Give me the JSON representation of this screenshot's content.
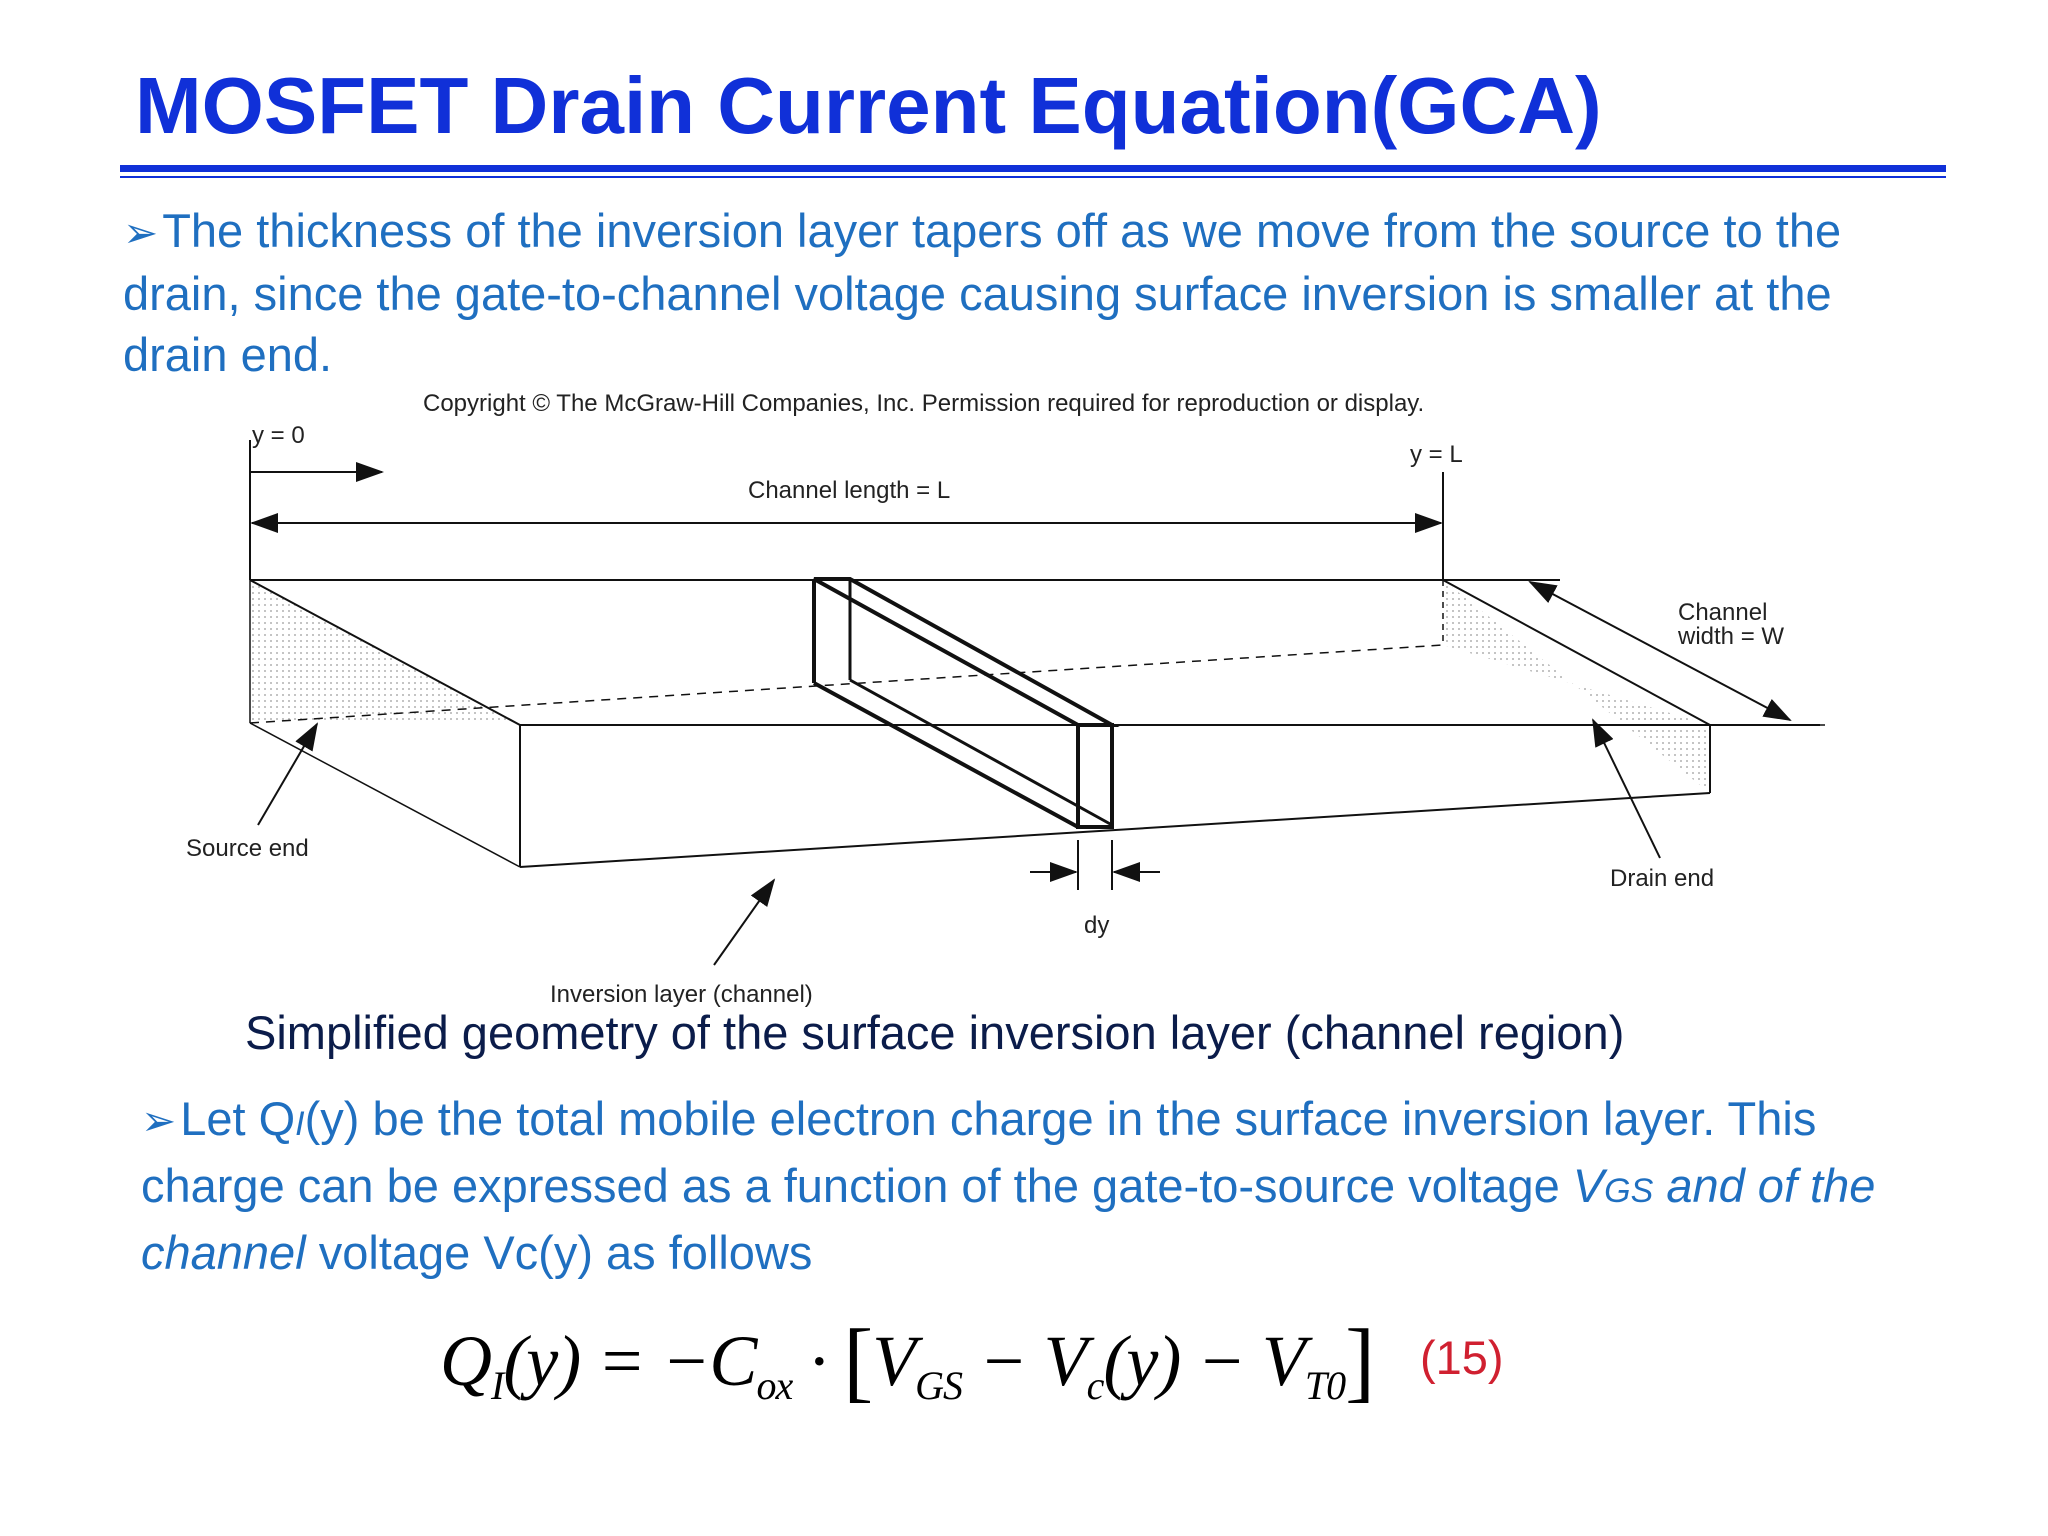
{
  "slide": {
    "title": "MOSFET Drain Current Equation(GCA)",
    "bullet_symbol": "➢",
    "para1": "The thickness of the inversion layer tapers off as we move from the source to the drain, since the gate-to-channel voltage causing surface inversion is smaller at the drain end.",
    "caption": "Simplified geometry of the surface inversion layer (channel region)",
    "para2": {
      "part1": "Let Q",
      "sub1": "I",
      "part2": "(y) be the total mobile electron charge in the surface inversion layer. This charge can be expressed as a function of the gate-to-source voltage ",
      "italic1": "V",
      "sub2": "GS",
      "italic2": " and of the channel",
      "part3": " voltage Vc(y) as follows"
    },
    "equation_number": "(15)"
  },
  "figure": {
    "copyright": "Copyright © The McGraw-Hill Companies, Inc. Permission required for reproduction or display.",
    "y0": "y = 0",
    "yL": "y = L",
    "channel_length": "Channel length = L",
    "channel_width_1": "Channel",
    "channel_width_2": "width = W",
    "source_end": "Source end",
    "drain_end": "Drain end",
    "dy": "dy",
    "inversion_layer": "Inversion layer  (channel)"
  },
  "equation": {
    "Q": "Q",
    "Q_sub": "I",
    "y1": "(y) = −C",
    "C_sub": "ox",
    "dot": " · ",
    "lbr": "[",
    "V1": "V",
    "V1_sub": "GS",
    "minus1": " − V",
    "V2_sub": "c",
    "y2": "(y) − V",
    "V3_sub": "T0",
    "rbr": "]"
  }
}
